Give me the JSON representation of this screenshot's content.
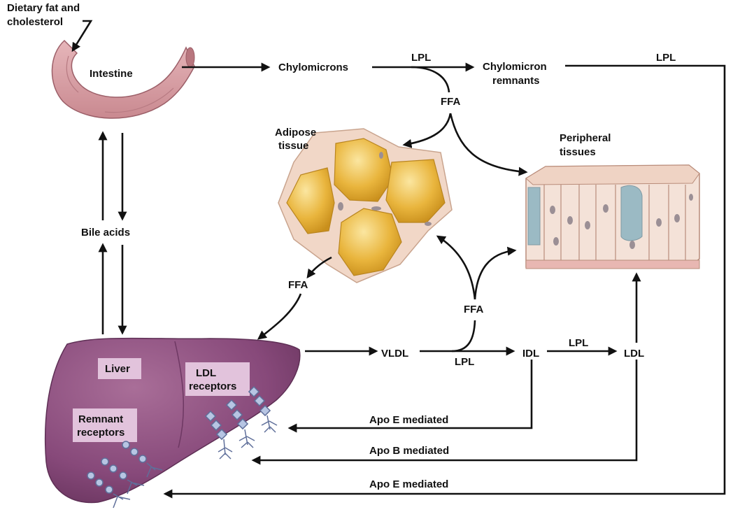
{
  "labels": {
    "dietary_line1": "Dietary fat and",
    "dietary_line2": "cholesterol",
    "intestine": "Intestine",
    "chylomicrons": "Chylomicrons",
    "lpl_top": "LPL",
    "chylomicron_remnants_line1": "Chylomicron",
    "chylomicron_remnants_line2": "remnants",
    "lpl_top_right": "LPL",
    "ffa_top": "FFA",
    "adipose_line1": "Adipose",
    "adipose_line2": "tissue",
    "peripheral_line1": "Peripheral",
    "peripheral_line2": "tissues",
    "bile_acids": "Bile acids",
    "ffa_left": "FFA",
    "ffa_right": "FFA",
    "liver": "Liver",
    "ldl_receptors_line1": "LDL",
    "ldl_receptors_line2": "receptors",
    "remnant_receptors_line1": "Remnant",
    "remnant_receptors_line2": "receptors",
    "vldl": "VLDL",
    "lpl_vldl": "LPL",
    "idl": "IDL",
    "lpl_idl": "LPL",
    "ldl": "LDL",
    "apo_e_1": "Apo E mediated",
    "apo_b": "Apo B mediated",
    "apo_e_2": "Apo E mediated"
  },
  "colors": {
    "intestine": "#d9a3a8",
    "liver": "#8b4d7a",
    "liver_label_box": "#e2c3dc",
    "fat_cell": "#e8b43c",
    "cell_membrane": "#f1d7c7",
    "peripheral_cell": "#f4e2d8",
    "vacuole": "#9bbac4"
  }
}
